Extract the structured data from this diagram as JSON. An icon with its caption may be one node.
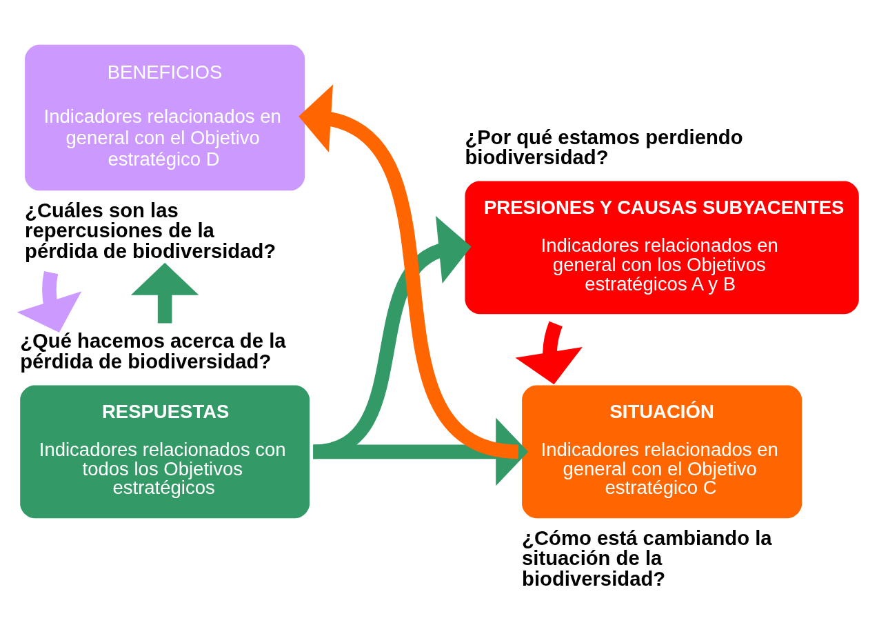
{
  "diagram": {
    "nodes": [
      {
        "text": [
          "RESPUESTAS",
          "Indicadores relacionados con todos los Objetivos estratégicos"
        ],
        "beside": [
          "¿Qué hacemos acerca de la pérdida de biodiversidad?"
        ]
      },
      {
        "text": [
          "PRESIONES Y CAUSAS SUBYACENTES",
          "Indicadores relacionados en general con los Objetivos estratégicos A y B"
        ],
        "beside": [
          "¿Por qué estamos perdiendo biodiversidad?"
        ]
      },
      {
        "text": [
          "BENEFICIOS",
          "Indicadores relacionados en general con el Objetivo estratégico D"
        ],
        "beside": [
          "¿Cuáles son las repercusiones de la pérdida de biodiversidad?"
        ]
      },
      {
        "text": [
          "SITUACIÓN",
          "Indicadores relacionados en general con el Objetivo estratégico C"
        ],
        "beside": [
          "¿Cómo está cambiando la situación de la biodiversidad?"
        ]
      }
    ],
    "edges": [
      {
        "from": 0,
        "to": 1,
        "arrow": "to",
        "color": "#339966"
      },
      {
        "from": 0,
        "to": 2,
        "arrow": "to",
        "color": "#339966"
      },
      {
        "from": 0,
        "to": 3,
        "arrow": "to",
        "color": "#339966"
      },
      {
        "from": 1,
        "to": 3,
        "arrow": "to",
        "color": "#ff0000"
      },
      {
        "from": 3,
        "to": 2,
        "arrow": "to",
        "color": "#ff6600"
      },
      {
        "from": 2,
        "to": 0,
        "arrow": "to",
        "color": "#cc99ff"
      }
    ]
  }
}
